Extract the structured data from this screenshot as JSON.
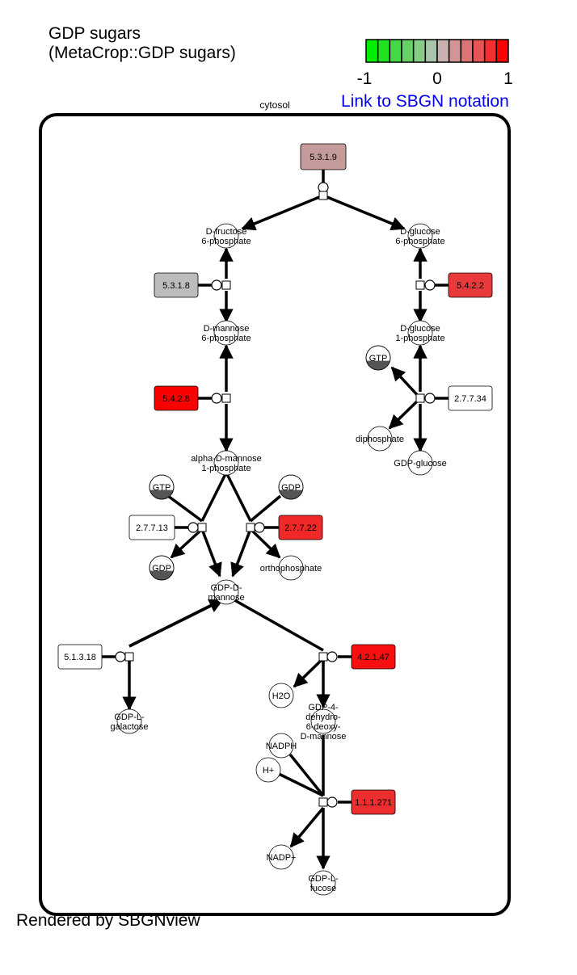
{
  "title": "GDP sugars\n(MetaCrop::GDP sugars)",
  "legend": {
    "min_label": "-1",
    "mid_label": "0",
    "max_label": "1",
    "colors": [
      "#00ee00",
      "#22e022",
      "#44d844",
      "#66d266",
      "#88cc88",
      "#aac4aa",
      "#c8b0b0",
      "#d29494",
      "#dc7474",
      "#e65454",
      "#f03030",
      "#ff0000"
    ]
  },
  "link": {
    "label": "Link to SBGN notation"
  },
  "compartment": {
    "label": "cytosol"
  },
  "footer": "Rendered by SBGNview",
  "macromolecules": [
    {
      "id": "m1",
      "label": "5.3.1.9",
      "color": "#c49a9a"
    },
    {
      "id": "m2",
      "label": "5.3.1.8",
      "color": "#bcbcbc"
    },
    {
      "id": "m3",
      "label": "5.4.2.2",
      "color": "#e83a3a"
    },
    {
      "id": "m4",
      "label": "5.4.2.8",
      "color": "#fb0000"
    },
    {
      "id": "m5",
      "label": "2.7.7.34",
      "color": "#ffffff"
    },
    {
      "id": "m6",
      "label": "2.7.7.13",
      "color": "#ffffff"
    },
    {
      "id": "m7",
      "label": "2.7.7.22",
      "color": "#f02828"
    },
    {
      "id": "m8",
      "label": "5.1.3.18",
      "color": "#ffffff"
    },
    {
      "id": "m9",
      "label": "4.2.1.47",
      "color": "#f81010"
    },
    {
      "id": "m10",
      "label": "1.1.1.271",
      "color": "#ec2e2e"
    }
  ],
  "metabolites": [
    {
      "id": "c1",
      "lines": [
        "D-fructose",
        "6-phosphate"
      ]
    },
    {
      "id": "c2",
      "lines": [
        "D-glucose",
        "6-phosphate"
      ]
    },
    {
      "id": "c3",
      "lines": [
        "D-mannose",
        "6-phosphate"
      ]
    },
    {
      "id": "c4",
      "lines": [
        "D-glucose",
        "1-phosphate"
      ]
    },
    {
      "id": "c5",
      "lines": [
        "GTP"
      ]
    },
    {
      "id": "c6",
      "lines": [
        "diphosphate"
      ]
    },
    {
      "id": "c7",
      "lines": [
        "GDP-glucose"
      ]
    },
    {
      "id": "c8",
      "lines": [
        "alpha-D-mannose",
        "1-phosphate"
      ]
    },
    {
      "id": "c9",
      "lines": [
        "GTP"
      ]
    },
    {
      "id": "c10",
      "lines": [
        "GDP"
      ]
    },
    {
      "id": "c11",
      "lines": [
        "GDP"
      ]
    },
    {
      "id": "c12",
      "lines": [
        "orthophosphate"
      ]
    },
    {
      "id": "c13",
      "lines": [
        "GDP-D-",
        "mannose"
      ]
    },
    {
      "id": "c14",
      "lines": [
        "GDP-L-",
        "galactose"
      ]
    },
    {
      "id": "c15",
      "lines": [
        "H2O"
      ]
    },
    {
      "id": "c16",
      "lines": [
        "GDP-4-",
        "dehydro-",
        "6-deoxy-",
        "D-mannose"
      ]
    },
    {
      "id": "c17",
      "lines": [
        "NADPH"
      ]
    },
    {
      "id": "c18",
      "lines": [
        "H+"
      ]
    },
    {
      "id": "c19",
      "lines": [
        "NADP+"
      ]
    },
    {
      "id": "c20",
      "lines": [
        "GDP-L-",
        "fucose"
      ]
    }
  ]
}
